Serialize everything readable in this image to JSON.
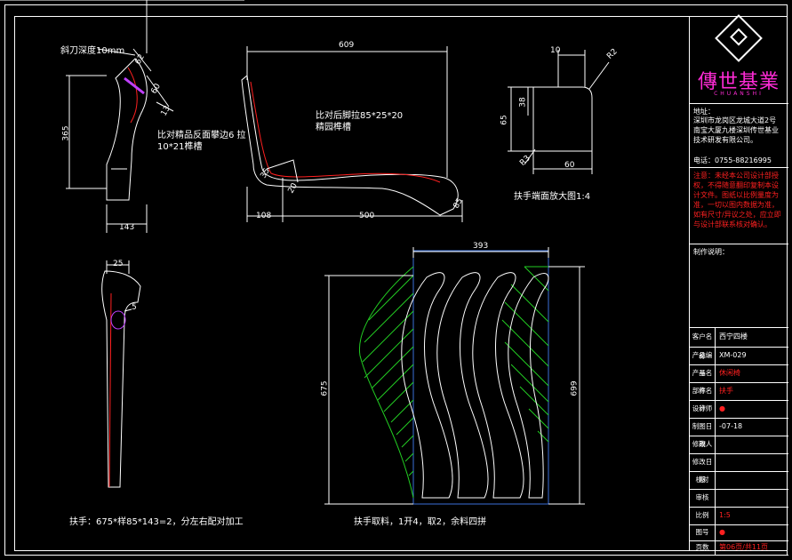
{
  "labels": {
    "chamfer_depth": "斜刀深度10mm",
    "chamfer_note": "比对精品反面攀边6 拉10*21榫槽",
    "rear_leg_note": "比对后脚拉85*25*20 精园榫槽",
    "section_caption": "扶手端面放大图1:4",
    "bottom_left_caption": "扶手：675*样85*143=2，分左右配对加工",
    "bottom_right_caption": "扶手取料，1开4，取2，余料四拼"
  },
  "dims": {
    "side_h": "365",
    "side_w": "143",
    "d62": "62",
    "d60": "60",
    "d13": "13",
    "top_len": "609",
    "bot_108": "108",
    "bot_500": "500",
    "d35": "35",
    "d20": "20",
    "d85": "85",
    "sec_10": "10",
    "sec_r2": "R2",
    "sec_38": "38",
    "sec_65": "65",
    "sec_r3": "R3",
    "sec_60": "60",
    "front_25": "25",
    "front_5": "5",
    "nest_w": "393",
    "nest_h": "675",
    "nest_h2": "699"
  },
  "title_block": {
    "logo_cn": "傳世基業",
    "logo_en": "CHUANSHI",
    "address_label": "地址：",
    "address": "深圳市龙岗区龙城大道2号南宝大厦九楼深圳传世基业技术研发有限公司。",
    "phone": "电话：0755-88216995",
    "notice": "注意：未经本公司设计部授权，不得随意翻印复制本设计文件。图纸以比例量度为准，一切以图内数据为准，如有尺寸/异议之处，应立即与设计部联系核对确认。",
    "notes_label": "制作说明：",
    "rows": [
      {
        "label": "客户名称",
        "value": "西宁四楼"
      },
      {
        "label": "产品编号",
        "value": "XM-029"
      },
      {
        "label": "产品名称",
        "value": "休闲椅"
      },
      {
        "label": "部件名称",
        "value": "扶手"
      },
      {
        "label": "设计师",
        "value": "●"
      },
      {
        "label": "制图日期",
        "value": "-07-18"
      },
      {
        "label": "修改人",
        "value": ""
      },
      {
        "label": "修改日期",
        "value": ""
      },
      {
        "label": "校对",
        "value": ""
      },
      {
        "label": "审核",
        "value": ""
      },
      {
        "label": "比例",
        "value": "1:5"
      },
      {
        "label": "图号",
        "value": "●"
      },
      {
        "label": "页数",
        "value": "第06页/共11页"
      }
    ]
  },
  "colors": {
    "line": "#ffffff",
    "accent": "#ff2020",
    "hatch": "#22cc22",
    "brand": "#ff2bd6",
    "box": "#3a6fd8"
  }
}
